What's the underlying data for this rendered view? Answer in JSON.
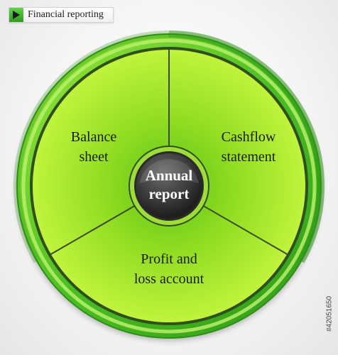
{
  "header": {
    "title": "Financial reporting",
    "icon": "play-triangle-icon"
  },
  "diagram": {
    "type": "circular segmented diagram",
    "center": {
      "line1": "Annual",
      "line2": "report"
    },
    "sectors": [
      {
        "id": "balance",
        "line1": "Balance",
        "line2": "sheet"
      },
      {
        "id": "cashflow",
        "line1": "Cashflow",
        "line2": "statement"
      },
      {
        "id": "profit",
        "line1": "Profit and",
        "line2": "loss account"
      }
    ],
    "colors": {
      "ring_outer": "#3fae1f",
      "ring_inner": "#7ed321",
      "sector_light": "#b8f23a",
      "sector_dark": "#5fc41a",
      "divider": "#3a4a2a",
      "hub": "#3c3c3c"
    }
  },
  "watermark": {
    "text": "#42051650"
  }
}
